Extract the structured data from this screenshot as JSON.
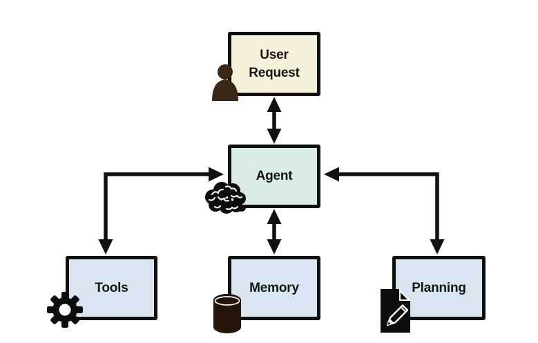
{
  "nodes": {
    "user_request": {
      "label": "User Request",
      "icon": "person-icon",
      "fill": "#f5f1da"
    },
    "agent": {
      "label": "Agent",
      "icon": "brain-icon",
      "fill": "#d8ebe4"
    },
    "tools": {
      "label": "Tools",
      "icon": "gear-icon",
      "fill": "#d9e5f0"
    },
    "memory": {
      "label": "Memory",
      "icon": "database-icon",
      "fill": "#d9e5f0"
    },
    "planning": {
      "label": "Planning",
      "icon": "note-pencil-icon",
      "fill": "#d9e5f0"
    }
  },
  "edges": [
    {
      "from": "user_request",
      "to": "agent",
      "style": "bidirectional-vertical"
    },
    {
      "from": "agent",
      "to": "memory",
      "style": "bidirectional-vertical"
    },
    {
      "from": "agent",
      "to": "tools",
      "style": "bidirectional-elbow"
    },
    {
      "from": "agent",
      "to": "planning",
      "style": "bidirectional-elbow"
    }
  ],
  "colors": {
    "background": "#ffffff",
    "line": "#111111",
    "node_border": "#0f0f0f",
    "text": "#151515",
    "person_icon": "#3a2817",
    "database_icon": "#24140a",
    "black_icon": "#0d0d0d"
  }
}
